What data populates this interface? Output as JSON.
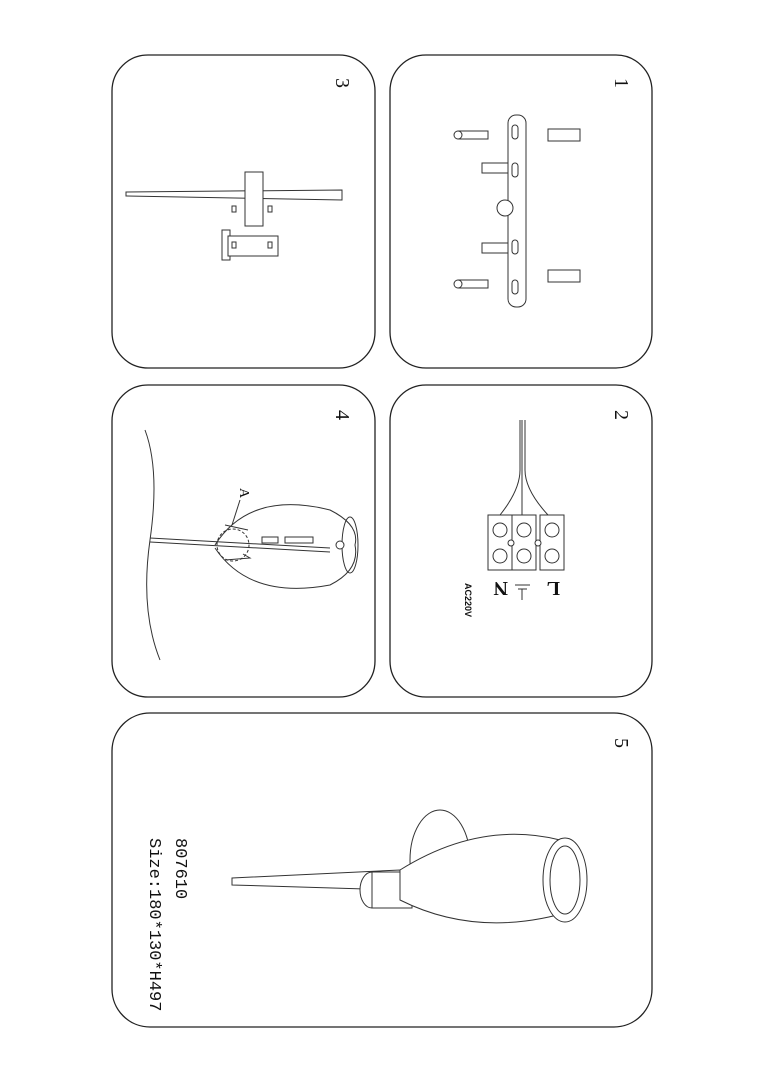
{
  "steps": [
    {
      "number": "1"
    },
    {
      "number": "2",
      "labels": {
        "live": "L",
        "neutral": "N",
        "voltage": "AC220V"
      }
    },
    {
      "number": "3"
    },
    {
      "number": "4",
      "labels": {
        "detail": "A"
      }
    },
    {
      "number": "5",
      "model": "807610",
      "size": "Size:180*130*H497"
    }
  ]
}
